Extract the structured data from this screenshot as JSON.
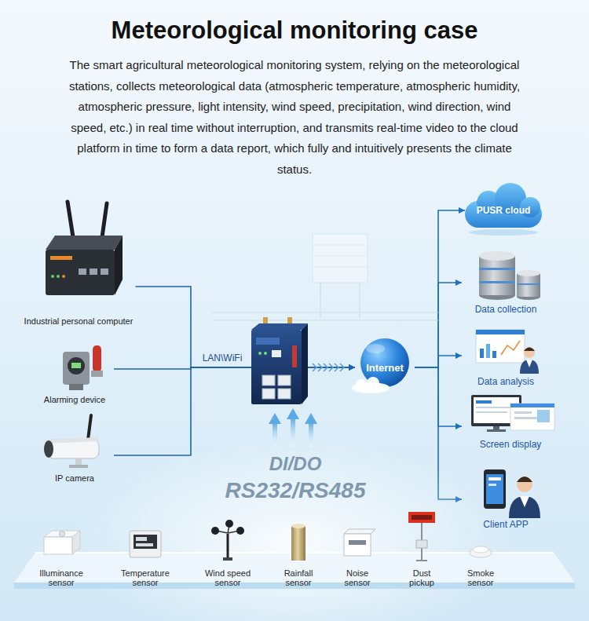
{
  "diagram": {
    "title": "Meteorological monitoring case",
    "caption": "The smart agricultural meteorological monitoring system, relying on the meteorological stations, collects meteorological data (atmospheric temperature, atmospheric humidity, atmospheric pressure, light intensity, wind speed, precipitation, wind direction, wind speed, etc.) in real time without interruption, and transmits real-time video to the cloud platform in time to form a data report, which fully and intuitively presents the climate status.",
    "nodes": [
      {
        "text": [
          "Industrial personal computer"
        ]
      },
      {
        "text": [
          "Alarming device"
        ]
      },
      {
        "text": [
          "IP camera"
        ]
      },
      {
        "text": [
          "Internet"
        ]
      },
      {
        "text": [
          "PUSR cloud"
        ]
      },
      {
        "text": [
          "Data collection"
        ]
      },
      {
        "text": [
          "Data analysis"
        ]
      },
      {
        "text": [
          "Screen display"
        ]
      },
      {
        "text": [
          "Client APP"
        ]
      },
      {
        "text": [
          "Illuminance sensor"
        ]
      },
      {
        "text": [
          "Temperature sensor"
        ]
      },
      {
        "text": [
          "Wind speed sensor"
        ]
      },
      {
        "text": [
          "Rainfall sensor"
        ]
      },
      {
        "text": [
          "Noise sensor"
        ]
      },
      {
        "text": [
          "Dust pickup"
        ]
      },
      {
        "text": [
          "Smoke sensor"
        ]
      }
    ],
    "edges": [
      {
        "from": 0,
        "to": 3,
        "arrow": "to"
      },
      {
        "from": 1,
        "to": 3,
        "arrow": "to"
      },
      {
        "from": 2,
        "to": 3,
        "arrow": "to"
      },
      {
        "from": 3,
        "to": 4,
        "arrow": "to"
      },
      {
        "from": 3,
        "to": 5,
        "arrow": "to"
      },
      {
        "from": 3,
        "to": 6,
        "arrow": "to"
      },
      {
        "from": 3,
        "to": 7,
        "arrow": "to"
      },
      {
        "from": 3,
        "to": 8,
        "arrow": "to"
      }
    ],
    "labels": [
      "LAN\\WiFi",
      "DI/DO",
      "RS232/RS485"
    ]
  }
}
